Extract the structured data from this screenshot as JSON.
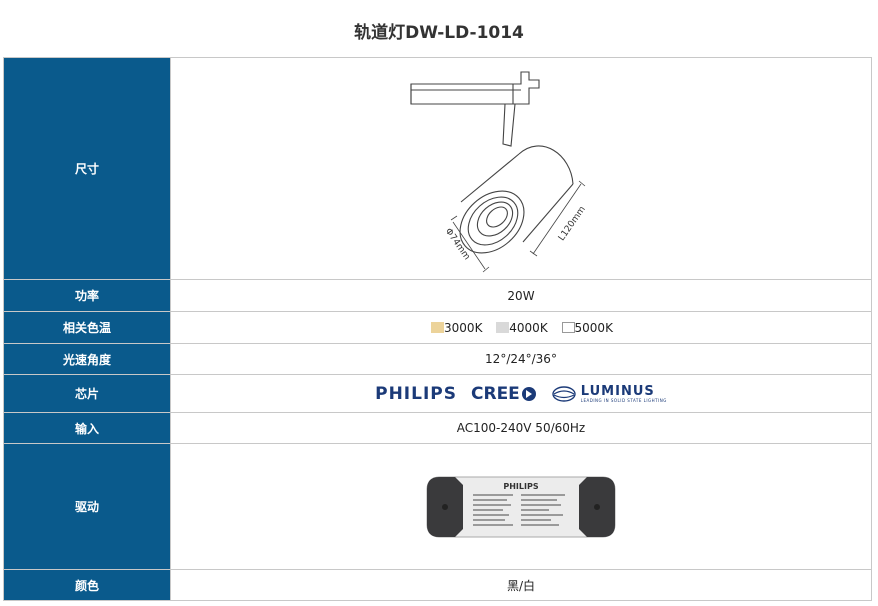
{
  "page_title": "轨道灯DW-LD-1014",
  "rows": {
    "size": {
      "label": "尺寸",
      "dim_diameter": "Φ74mm",
      "dim_length": "L120mm"
    },
    "power": {
      "label": "功率",
      "value": "20W"
    },
    "color_temp": {
      "label": "相关色温",
      "options": [
        {
          "text": "3000K",
          "swatch_color": "#ecd39a"
        },
        {
          "text": "4000K",
          "swatch_color": "#d9d9d9"
        },
        {
          "text": "5000K",
          "swatch_color": "#ffffff"
        }
      ]
    },
    "beam_angle": {
      "label": "光速角度",
      "value": "12°/24°/36°"
    },
    "chip": {
      "label": "芯片",
      "brands": {
        "philips": "PHILIPS",
        "cree": "CREE",
        "luminus": "LUMINUS",
        "luminus_tagline": "LEADING IN SOLID STATE LIGHTING"
      }
    },
    "input": {
      "label": "输入",
      "value": "AC100-240V 50/60Hz"
    },
    "driver": {
      "label": "驱动",
      "driver_brand": "PHILIPS"
    },
    "color": {
      "label": "颜色",
      "value": "黑/白"
    }
  },
  "colors": {
    "label_bg": "#0a5a8c",
    "brand_blue": "#1b3a78"
  }
}
